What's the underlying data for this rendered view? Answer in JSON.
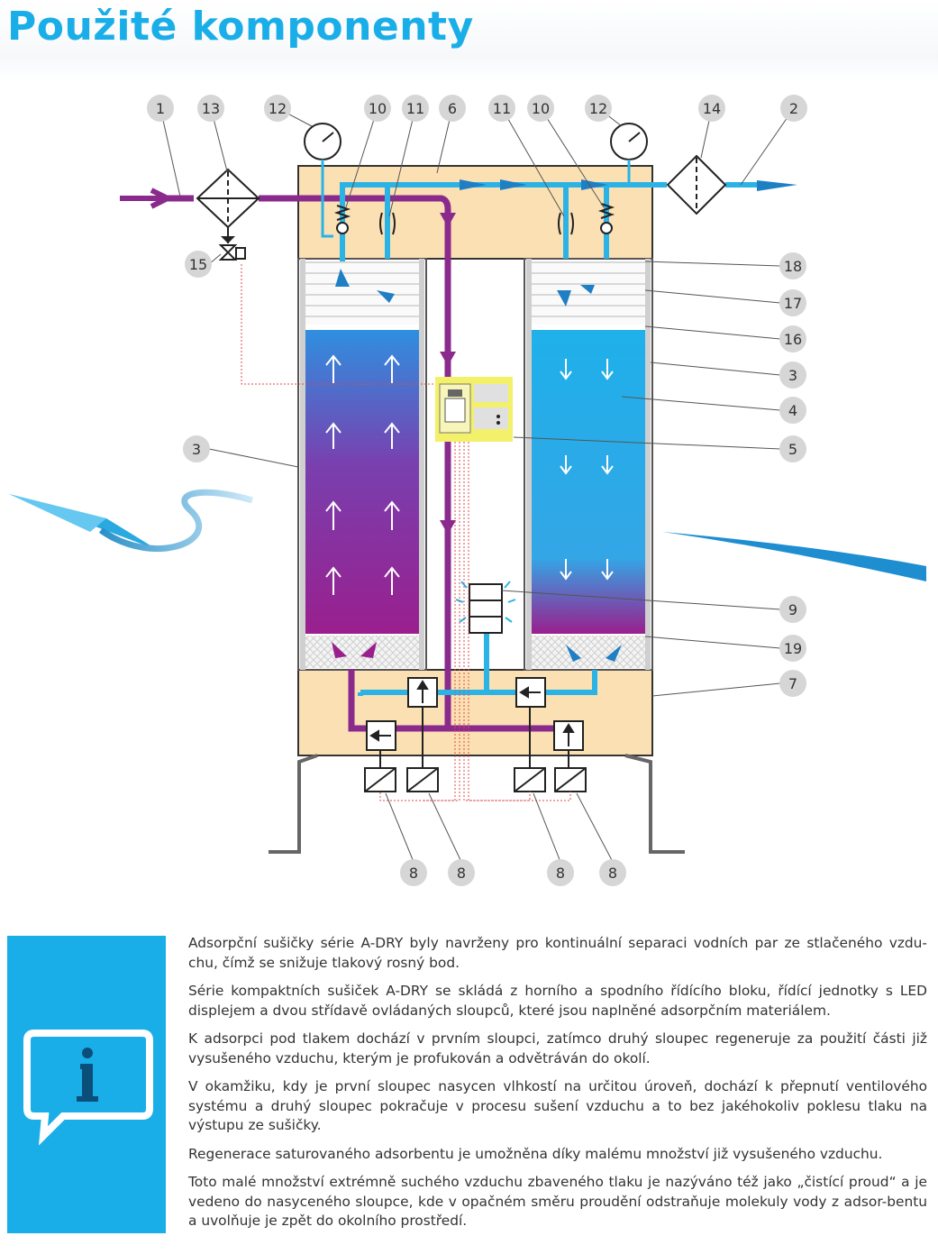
{
  "title": "Použité komponenty",
  "colors": {
    "accent": "#1aaee8",
    "purple": "#8a2a8c",
    "cyan": "#2bb3e6",
    "block": "#fbe0b4",
    "arrow_blue": "#1f7fc4"
  },
  "callouts": {
    "c1": "1",
    "c13": "13",
    "c12a": "12",
    "c10a": "10",
    "c11a": "11",
    "c6": "6",
    "c11b": "11",
    "c10b": "10",
    "c12b": "12",
    "c14": "14",
    "c2": "2",
    "c15": "15",
    "c18": "18",
    "c17": "17",
    "c16": "16",
    "c3r": "3",
    "c4": "4",
    "c5": "5",
    "c3l": "3",
    "c9": "9",
    "c19": "19",
    "c7": "7",
    "c8a": "8",
    "c8b": "8",
    "c8c": "8",
    "c8d": "8"
  },
  "info_icon": "info-icon",
  "paragraphs": [
    "Adsorpční sušičky série A-DRY byly navrženy pro kontinuální separaci vodních par ze stlačeného vzdu-chu, čímž se snižuje tlakový rosný bod.",
    "Série kompaktních sušiček A-DRY se skládá z horního a spodního řídícího bloku, řídící jednotky s LED displejem a dvou střídavě ovládaných sloupců, které jsou naplněné adsorpčním materiálem.",
    "K adsorpci pod tlakem dochází v prvním sloupci, zatímco druhý sloupec regeneruje za použití části již vysušeného vzduchu, kterým je profukován a odvětráván do okolí.",
    "V okamžiku, kdy je první sloupec nasycen vlhkostí na určitou úroveň, dochází k přepnutí ventilového systému a druhý sloupec pokračuje v procesu sušení vzduchu a to bez jakéhokoliv poklesu tlaku na výstupu ze sušičky.",
    "Regenerace saturovaného adsorbentu je umožněna díky malému množství již vysušeného vzduchu.",
    "Toto malé množství extrémně suchého vzduchu zbaveného tlaku je nazýváno též jako „čistící proud“ a je vedeno do nasyceného sloupce, kde v opačném směru proudění odstraňuje molekuly vody z adsor-bentu a uvolňuje je zpět do okolního prostředí."
  ]
}
